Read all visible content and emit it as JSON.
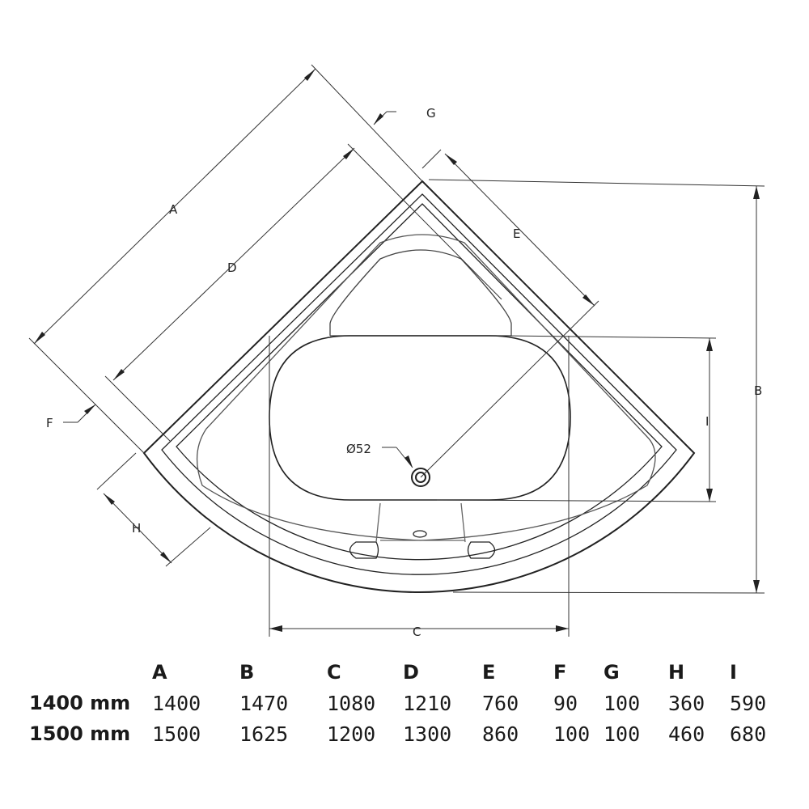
{
  "diagram": {
    "dimension_labels": {
      "A": "A",
      "B": "B",
      "C": "C",
      "D": "D",
      "E": "E",
      "F": "F",
      "G": "G",
      "H": "H",
      "I": "I"
    },
    "drain_label": "Ø52"
  },
  "table": {
    "columns": [
      "A",
      "B",
      "C",
      "D",
      "E",
      "F",
      "G",
      "H",
      "I"
    ],
    "rows": [
      {
        "size": "1400 mm",
        "values": [
          "1400",
          "1470",
          "1080",
          "1210",
          "760",
          "90",
          "100",
          "360",
          "590"
        ]
      },
      {
        "size": "1500 mm",
        "values": [
          "1500",
          "1625",
          "1200",
          "1300",
          "860",
          "100",
          "100",
          "460",
          "680"
        ]
      }
    ]
  }
}
